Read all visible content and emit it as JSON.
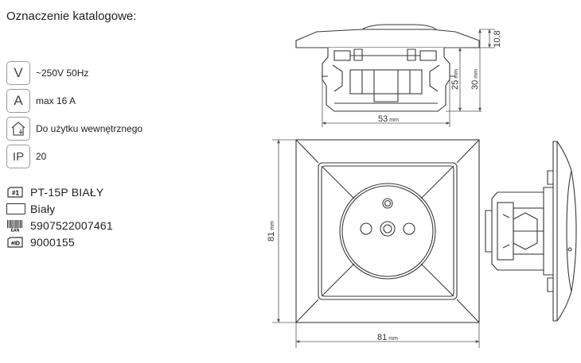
{
  "title": "Oznaczenie katalogowe:",
  "specs": [
    {
      "icon": "V",
      "icon_name": "voltage-icon",
      "text": "~250V 50Hz"
    },
    {
      "icon": "A",
      "icon_name": "current-icon",
      "text": "max 16 A"
    },
    {
      "icon": "",
      "icon_name": "indoor-use-icon",
      "text": "Do użytku wewnętrznego"
    },
    {
      "icon": "IP",
      "icon_name": "ip-rating-icon",
      "text": "20"
    }
  ],
  "product": {
    "code": "PT-15P BIAŁY",
    "color": "Biały",
    "ean": "5907522007461",
    "id": "9000155",
    "code_icon_label": "#1",
    "ean_icon_label": "EAN",
    "id_icon_label": "#ID"
  },
  "dimensions": {
    "depth_total": "10,8",
    "depth_mechanism": "25",
    "depth_overall": "30",
    "width_mechanism": "53",
    "height_front": "81",
    "width_front": "81",
    "unit": "mm"
  },
  "colors": {
    "line": "#3a3a3a",
    "dim_line": "#555555",
    "text": "#222222"
  }
}
